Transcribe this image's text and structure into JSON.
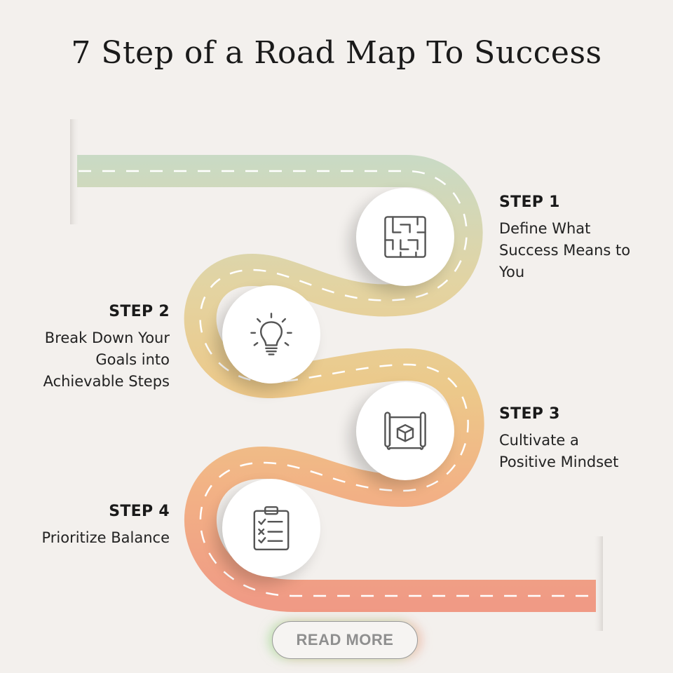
{
  "title": "7 Step of a Road Map To Success",
  "steps": [
    {
      "label": "STEP 1",
      "description": "Define What Success Means to You",
      "icon": "maze-icon"
    },
    {
      "label": "STEP 2",
      "description": "Break Down Your Goals into Achievable Steps",
      "icon": "lightbulb-icon"
    },
    {
      "label": "STEP 3",
      "description": "Cultivate a Positive Mindset",
      "icon": "blueprint-cube-icon"
    },
    {
      "label": "STEP 4",
      "description": "Prioritize Balance",
      "icon": "clipboard-checklist-icon"
    }
  ],
  "button": {
    "label": "READ MORE"
  },
  "colors": {
    "background": "#f3f0ed",
    "road_start": "#c3dccd",
    "road_mid": "#ecc98a",
    "road_end": "#f09a85",
    "icon_stroke": "#555555"
  }
}
